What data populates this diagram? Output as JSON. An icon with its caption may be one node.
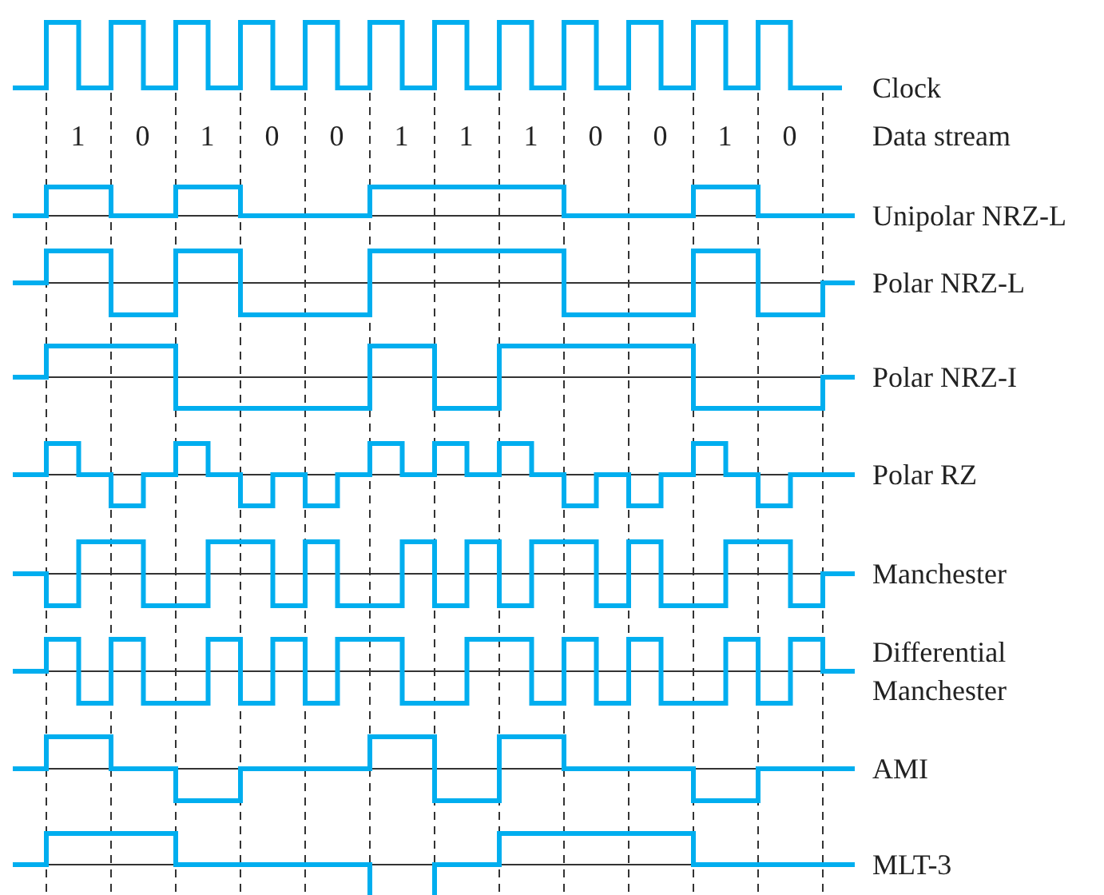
{
  "diagram": {
    "labels": [
      "Clock",
      "1",
      "0",
      "1",
      "0",
      "0",
      "1",
      "1",
      "1",
      "0",
      "0",
      "1",
      "0",
      "Data stream",
      "Unipolar NRZ-L",
      "Polar NRZ-L",
      "Polar NRZ-I",
      "Polar RZ",
      "Manchester",
      "Differential Manchester",
      "AMI",
      "MLT-3"
    ]
  }
}
